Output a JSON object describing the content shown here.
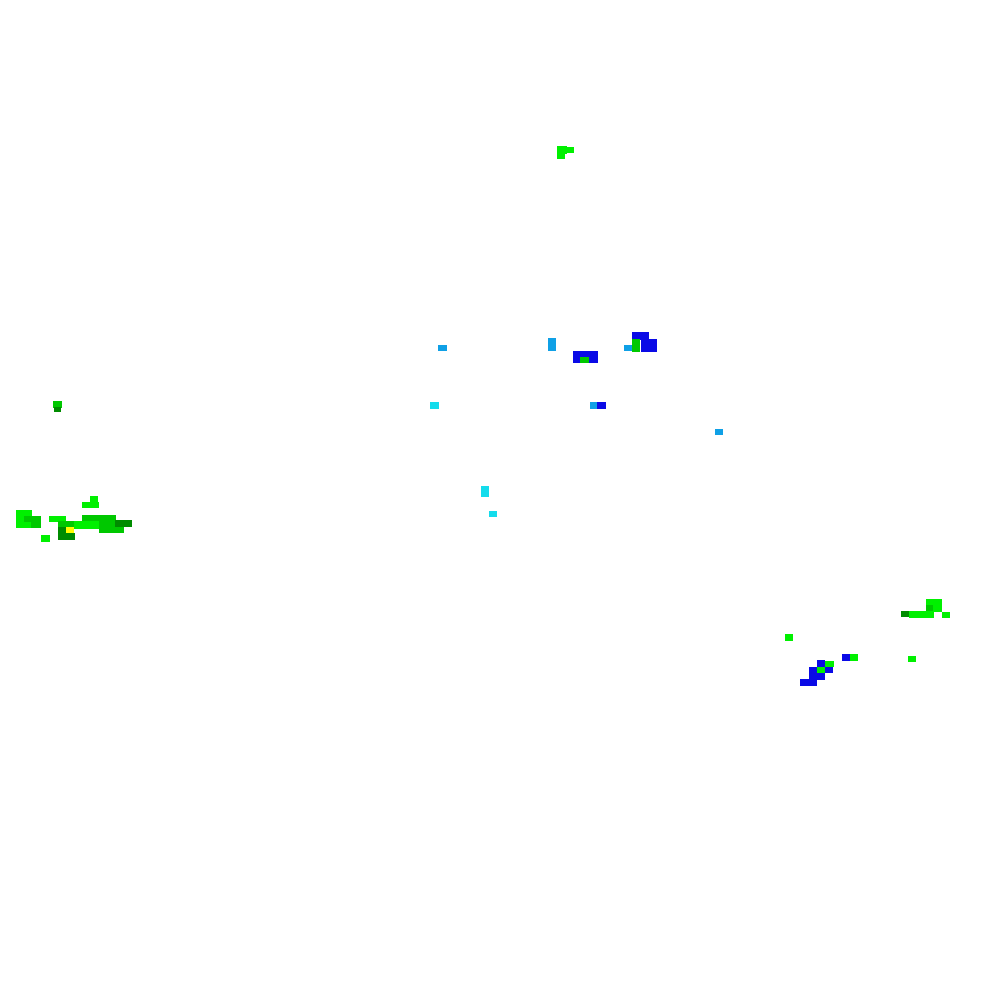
{
  "map": {
    "type": "precipitation-radar-tile",
    "background": "#ffffff",
    "legend_visible": false,
    "labels_visible": false,
    "intensity_colors": {
      "light_blue": "#0fa0e6",
      "cyan": "#14dcec",
      "blue": "#0a0ae6",
      "bright_green": "#00f000",
      "green": "#00c800",
      "dark_green": "#008c00",
      "yellow": "#ffff00"
    },
    "clusters": [
      "north-cell",
      "central-cells",
      "west-band",
      "southeast-cells"
    ]
  }
}
